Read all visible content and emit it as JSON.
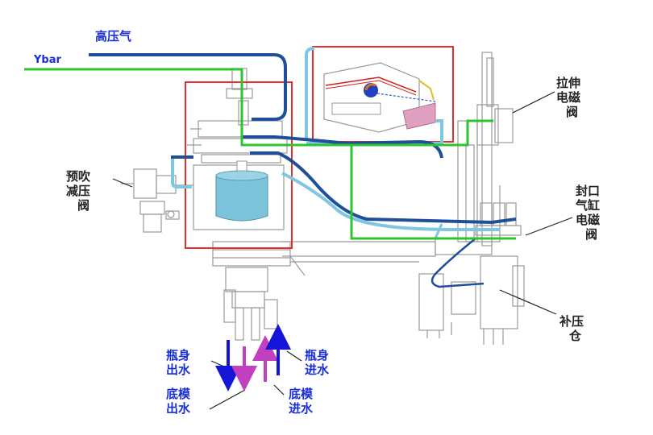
{
  "labels": {
    "high_pressure_air": "高压气",
    "ybar": "Ybar",
    "pre_blow_valve": [
      "预吹",
      "减压",
      "阀"
    ],
    "stretch_valve": [
      "拉伸",
      "电磁",
      "阀"
    ],
    "seal_cylinder_valve": [
      "封口",
      "气缸",
      "电磁",
      "阀"
    ],
    "boost_valve": [
      "补压",
      "仓"
    ],
    "body_outlet": [
      "瓶身",
      "出水"
    ],
    "body_inlet": [
      "瓶身",
      "进水"
    ],
    "bottom_outlet": [
      "底模",
      "出水"
    ],
    "bottom_inlet": [
      "底模",
      "进水"
    ]
  },
  "colors": {
    "green_line": "#2ec42e",
    "dark_blue_line": "#1f4f99",
    "light_blue_line": "#7fc6e0",
    "highlight_box": "#e03030",
    "outlet_arrow": "#1515d8",
    "inlet_arrow": "#c040c0",
    "tank": "#7cc3dc",
    "machine_outline": "#9a9a9a"
  }
}
